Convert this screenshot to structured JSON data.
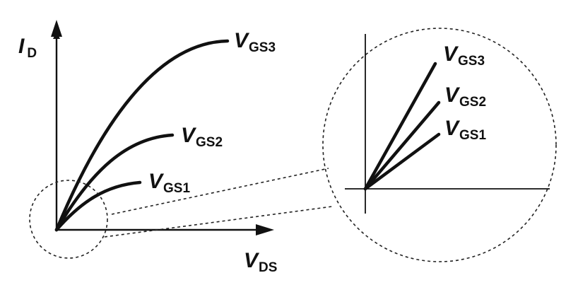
{
  "axes": {
    "y_main": "I",
    "y_sub": "D",
    "x_main": "V",
    "x_sub": "DS"
  },
  "curves": [
    {
      "main": "V",
      "sub": "GS1"
    },
    {
      "main": "V",
      "sub": "GS2"
    },
    {
      "main": "V",
      "sub": "GS3"
    }
  ],
  "zoom": {
    "labels": [
      {
        "main": "V",
        "sub": "GS1"
      },
      {
        "main": "V",
        "sub": "GS2"
      },
      {
        "main": "V",
        "sub": "GS3"
      }
    ]
  }
}
